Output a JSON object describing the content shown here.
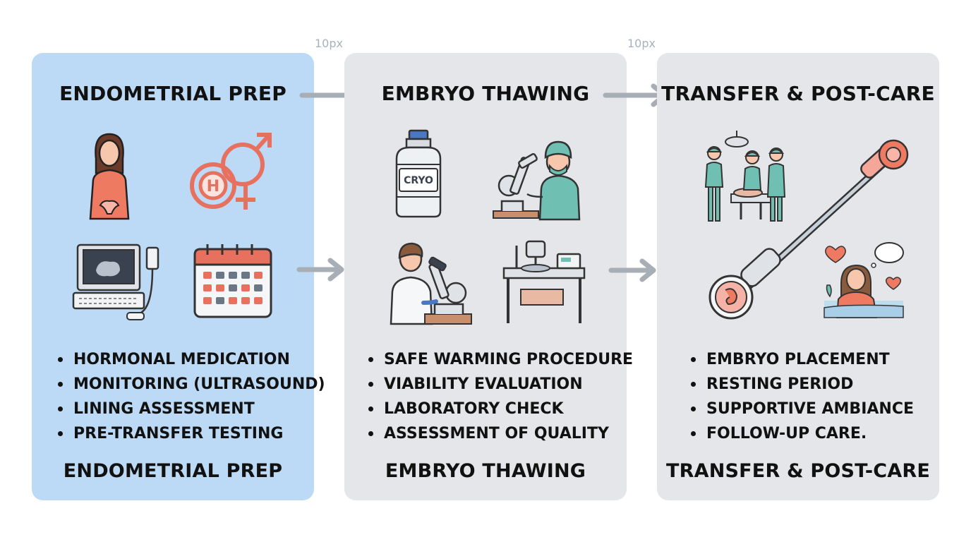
{
  "gap_labels": [
    "10px",
    "10px"
  ],
  "panels": [
    {
      "title": "ENDOMETRIAL PREP",
      "footer": "ENDOMETRIAL PREP",
      "bullets": [
        "HORMONAL MEDICATION",
        "MONITORING (ULTRASOUND)",
        "LINING ASSESSMENT",
        "PRE-TRANSFER TESTING"
      ],
      "icons": [
        "woman-uterus-icon",
        "hormone-gender-symbol-icon",
        "ultrasound-machine-icon",
        "calendar-icon"
      ]
    },
    {
      "title": "EMBRYO THAWING",
      "footer": "EMBRYO THAWING",
      "bullets": [
        "SAFE WARMING PROCEDURE",
        "VIABILITY EVALUATION",
        "LABORATORY CHECK",
        "ASSESSMENT OF QUALITY"
      ],
      "icons": [
        "cryo-tank-icon",
        "lab-worker-microscope-icon",
        "scientist-microscope-icon",
        "lab-bench-equipment-icon"
      ],
      "cryo_label": "CRYO"
    },
    {
      "title": "TRANSFER & POST-CARE",
      "footer": "TRANSFER & POST-CARE",
      "bullets": [
        "EMBRYO PLACEMENT",
        "RESTING PERIOD",
        "SUPPORTIVE AMBIANCE",
        "FOLLOW-UP CARE."
      ],
      "icons": [
        "surgical-team-icon",
        "transfer-catheter-icon",
        "resting-patient-icon"
      ]
    }
  ],
  "colors": {
    "active_panel": "#bcdaf6",
    "inactive_panel": "#e4e6e9",
    "arrow": "#a8aeb5",
    "accent_coral": "#e8705f",
    "accent_teal": "#6fc0b3"
  }
}
